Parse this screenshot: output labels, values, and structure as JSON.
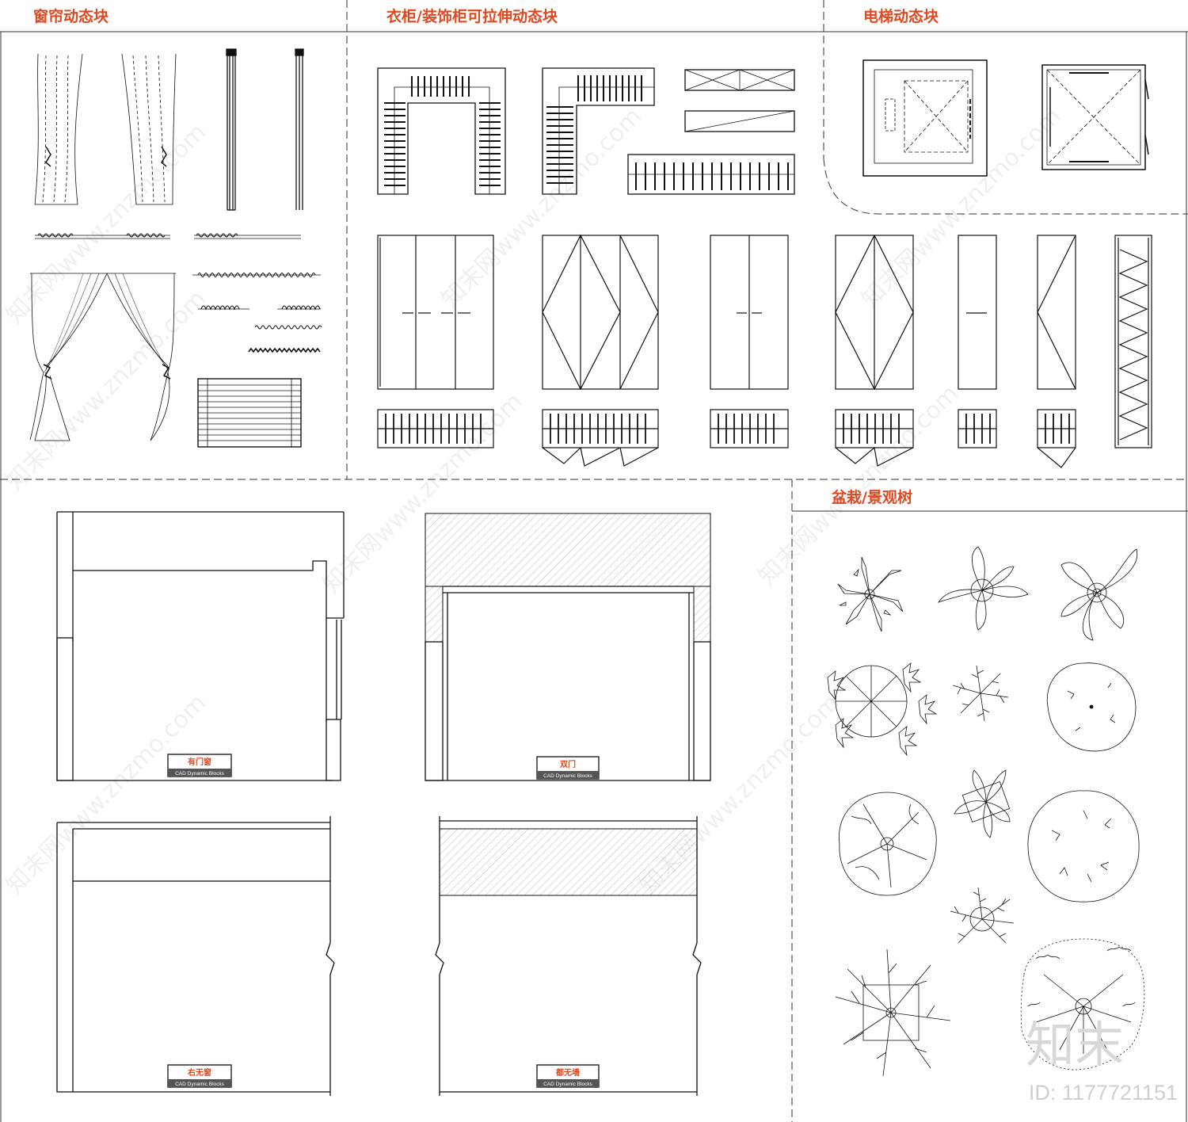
{
  "sections": {
    "curtain": "窗帘动态块",
    "wardrobe": "衣柜/装饰柜可拉伸动态块",
    "elevator": "电梯动态块",
    "plants": "盆栽/景观树"
  },
  "room_plans": [
    {
      "label": "有门窗",
      "sub": "CAD Dynamic Blocks"
    },
    {
      "label": "双门",
      "sub": "CAD Dynamic Blocks"
    },
    {
      "label": "右无窗",
      "sub": "CAD Dynamic Blocks"
    },
    {
      "label": "都无墙",
      "sub": "CAD Dynamic Blocks"
    }
  ],
  "watermark": {
    "text": "知末网www.znzmo.com",
    "logo": "知末",
    "id": "ID: 1177721151"
  },
  "colors": {
    "title": "#e0491f",
    "line": "#111111",
    "label_bg": "#555555"
  }
}
